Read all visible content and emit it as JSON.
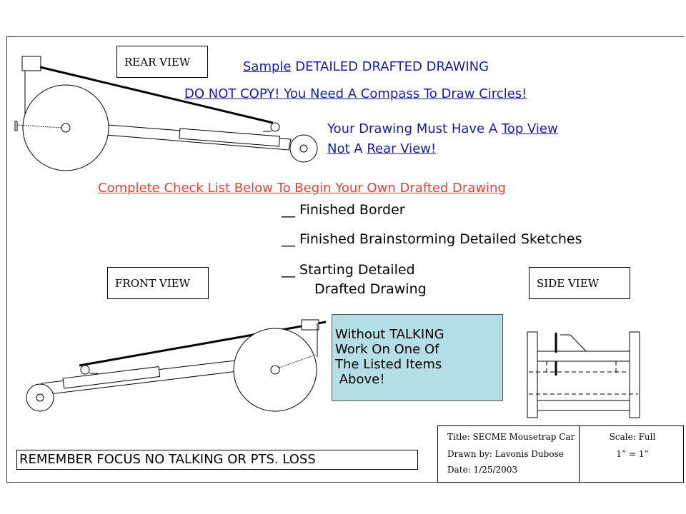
{
  "views": {
    "rear": "REAR VIEW",
    "front": "FRONT VIEW",
    "side": "SIDE VIEW"
  },
  "heading": {
    "sample_word": "Sample",
    "sample_rest": " DETAILED DRAFTED DRAWING",
    "do_not_copy": "DO NOT COPY!  You Need A Compass To Draw Circles!"
  },
  "requirement": {
    "part1": "Your Drawing Must Have A ",
    "top_view": "Top View",
    "not": "Not",
    "part2": " A ",
    "rear_view": "Rear View!"
  },
  "checklist": {
    "heading": " Complete Check List Below To Begin Your Own Drafted Drawing",
    "items": [
      "__ Finished Border",
      "__ Finished Brainstorming Detailed Sketches",
      "__ Starting Detailed",
      "Drafted Drawing"
    ]
  },
  "note": {
    "lines": [
      "Without TALKING",
      "Work On One Of",
      "The Listed Items",
      " Above!"
    ]
  },
  "remember": "REMEMBER FOCUS NO TALKING OR PTS. LOSS",
  "title_block": {
    "title": "Title:  SECME Mousetrap Car",
    "drawn_by": "Drawn by:    Lavonis Dubose",
    "date": "Date:  1/25/2003",
    "scale": "Scale: Full",
    "ratio": "1” = 1”"
  },
  "colors": {
    "blue_text": "#1a1aa8",
    "red_text": "#e8403a",
    "note_fill": "#b4dfe6"
  }
}
